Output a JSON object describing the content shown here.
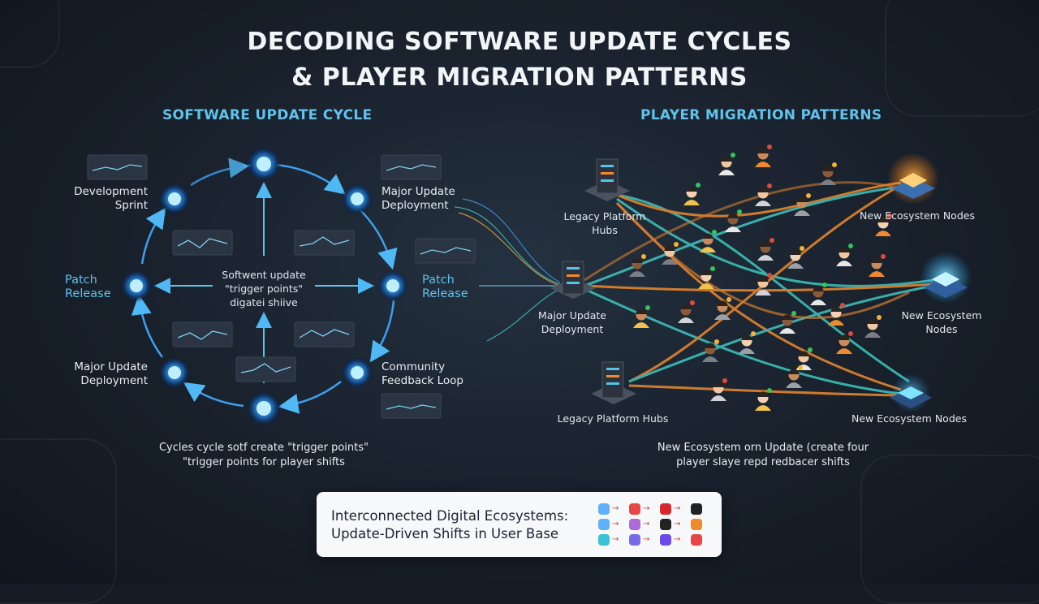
{
  "title": {
    "line1": "DECODING SOFTWARE UPDATE CYCLES",
    "line2": "& PLAYER MIGRATION PATTERNS"
  },
  "left": {
    "heading": "SOFTWARE UPDATE CYCLE",
    "labels": {
      "development_sprint": [
        "Development",
        "Sprint"
      ],
      "major_update_top": [
        "Major Update",
        "Deployment"
      ],
      "patch_release_left": [
        "Patch",
        "Release"
      ],
      "patch_release_right": [
        "Patch",
        "Release"
      ],
      "major_update_bottom": [
        "Major Update",
        "Deployment"
      ],
      "community_feedback": [
        "Community",
        "Feedback Loop"
      ],
      "center": [
        "Softwent update",
        "\"trigger points\"",
        "digatei shiive"
      ]
    },
    "caption": [
      "Cycles cycle sotf create \"trigger points\"",
      "\"trigger points for player shifts"
    ]
  },
  "right": {
    "heading": "PLAYER MIGRATION PATTERNS",
    "labels": {
      "legacy_top": [
        "Legacy Platform",
        "Hubs"
      ],
      "major_update": [
        "Major Update",
        "Deployment"
      ],
      "legacy_bottom": "Legacy Platform Hubs",
      "new_top": "New Ecosystem Nodes",
      "new_mid": [
        "New Ecosystem",
        "Nodes"
      ],
      "new_bottom": "New Ecosystem Nodes"
    },
    "caption": [
      "New Ecosystem orn Update (create four",
      "player slaye repd redbacer shifts"
    ]
  },
  "card": {
    "line1": "Interconnected Digital Ecosystems:",
    "line2": "Update-Driven Shifts in User Base"
  },
  "colors": {
    "accent_blue": "#5fc3ec",
    "orange": "#f08a2c",
    "teal": "#3ec7c2",
    "background": "#151c26"
  }
}
